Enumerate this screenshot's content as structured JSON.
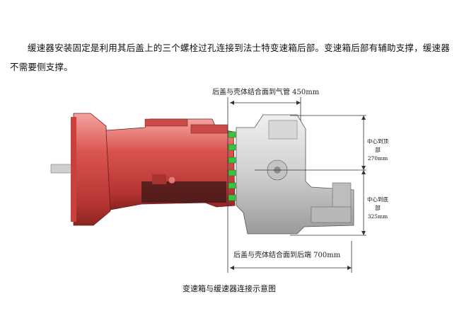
{
  "document": {
    "paragraph": "缓速器安装固定是利用其后盖上的三个螺栓过孔连接到法士特变速箱后部。变速箱后部有辅助支撑，缓速器不需要侧支撑。",
    "figure": {
      "dim_top": "后盖与壳体结合面到气管 450mm",
      "dim_bottom": "后盖与壳体结合面到后端 700mm",
      "side_top_line1": "中心到顶",
      "side_top_line2": "部270mm",
      "side_bottom_line1": "中心到底",
      "side_bottom_line2": "部325mm",
      "caption": "变速箱与缓速器连接示意图"
    }
  }
}
